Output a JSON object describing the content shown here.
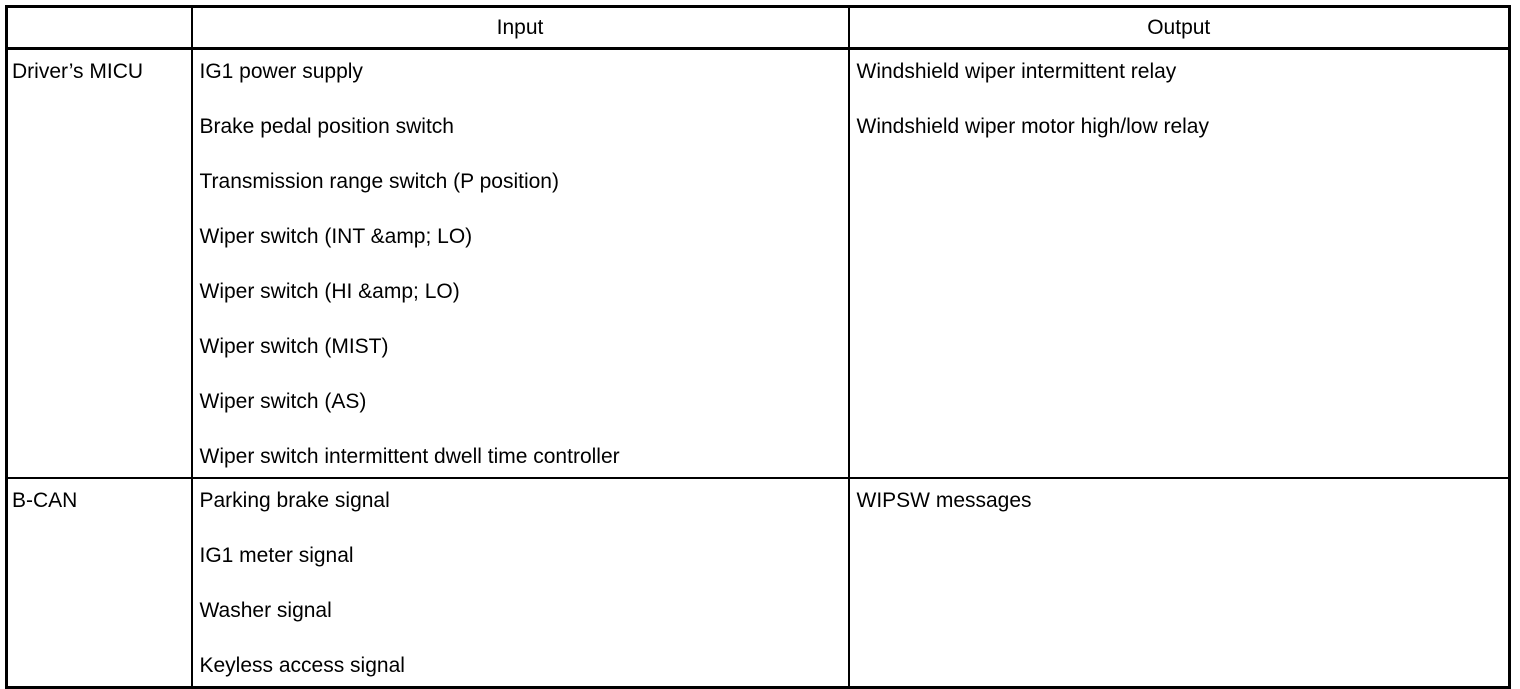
{
  "table": {
    "columns": [
      {
        "key": "module",
        "header": ""
      },
      {
        "key": "input",
        "header": "Input"
      },
      {
        "key": "output",
        "header": "Output"
      }
    ],
    "rows": [
      {
        "module": "Driver’s MICU",
        "inputs": [
          "IG1 power supply",
          "Brake pedal position switch",
          "Transmission range switch (P position)",
          "Wiper switch (INT &amp; LO)",
          "Wiper switch (HI &amp; LO)",
          "Wiper switch (MIST)",
          "Wiper switch (AS)",
          "Wiper switch intermittent dwell time controller"
        ],
        "outputs": [
          "Windshield wiper intermittent relay",
          "Windshield wiper motor high/low relay"
        ]
      },
      {
        "module": "B-CAN",
        "inputs": [
          "Parking brake signal",
          "IG1 meter signal",
          "Washer signal",
          "Keyless access signal"
        ],
        "outputs": [
          "WIPSW messages"
        ]
      }
    ]
  },
  "colors": {
    "page_background": "#ffffff",
    "text": "#000000",
    "border": "#000000"
  }
}
